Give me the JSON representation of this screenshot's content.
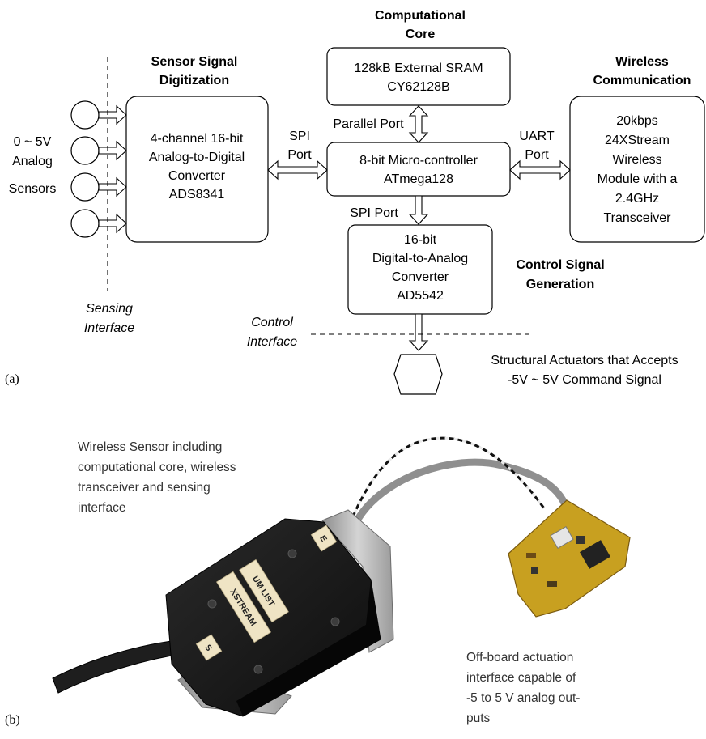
{
  "panel_a": {
    "label": "(a)",
    "headings": {
      "core": [
        "Computational",
        "Core"
      ],
      "sensor": [
        "Sensor Signal",
        "Digitization"
      ],
      "wireless": [
        "Wireless",
        "Communication"
      ],
      "control": [
        "Control Signal",
        "Generation"
      ]
    },
    "sram": [
      "128kB External SRAM",
      "CY62128B"
    ],
    "adc": [
      "4-channel 16-bit",
      "Analog-to-Digital",
      "Converter",
      "ADS8341"
    ],
    "mcu": [
      "8-bit Micro-controller",
      "ATmega128"
    ],
    "radio": [
      "20kbps",
      "24XStream",
      "Wireless",
      "Module with a",
      "2.4GHz",
      "Transceiver"
    ],
    "dac": [
      "16-bit",
      "Digital-to-Analog",
      "Converter",
      "AD5542"
    ],
    "ports": {
      "parallel": "Parallel Port",
      "spi_left": [
        "SPI",
        "Port"
      ],
      "uart": [
        "UART",
        "Port"
      ],
      "spi_bottom": "SPI Port"
    },
    "sensors": [
      "0 ~ 5V",
      "Analog",
      "Sensors"
    ],
    "sensing_interface": [
      "Sensing",
      "Interface"
    ],
    "control_interface": [
      "Control",
      "Interface"
    ],
    "actuators": [
      "Structural Actuators that Accepts",
      "-5V ~ 5V Command Signal"
    ]
  },
  "panel_b": {
    "label": "(b)",
    "caption_sensor": [
      "Wireless Sensor including",
      "computational core, wireless",
      "transceiver and sensing",
      "interface"
    ],
    "caption_offboard": [
      "Off-board actuation",
      "interface capable of",
      "-5 to 5 V analog out-",
      "puts"
    ],
    "device_labels": [
      "UM LIST",
      "XSTREAM",
      "S",
      "E"
    ]
  },
  "colors": {
    "enclosure": "#1a1a1a",
    "metal": "#b8b8b8",
    "pcb": "#c8a020",
    "label_paper": "#efe4c4"
  }
}
